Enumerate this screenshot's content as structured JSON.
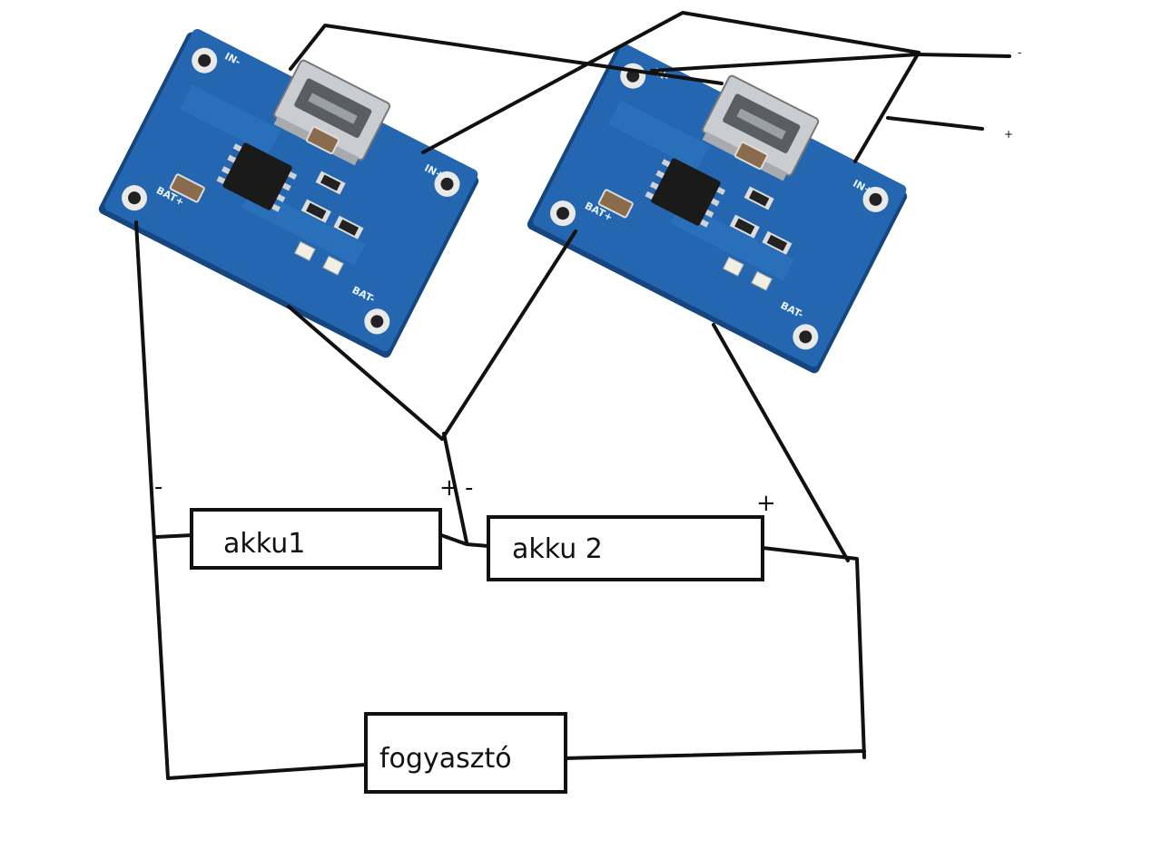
{
  "components": {
    "battery1": "akku1",
    "battery2": "akku 2",
    "load": "fogyasztó"
  },
  "polarity": {
    "b1_minus": "-",
    "b1_plus": "+",
    "b2_minus": "-",
    "b2_plus": "+",
    "in_minus": "-",
    "in_plus": "+"
  },
  "board_markings": {
    "in_plus": "IN+",
    "in_minus": "IN-",
    "bat_plus": "BAT+",
    "bat_minus": "BAT-"
  },
  "colors": {
    "pcb": "#1f5fa8",
    "pcb_dark": "#15467f",
    "wire": "#111111",
    "usb_metal": "#c9ccd1"
  }
}
